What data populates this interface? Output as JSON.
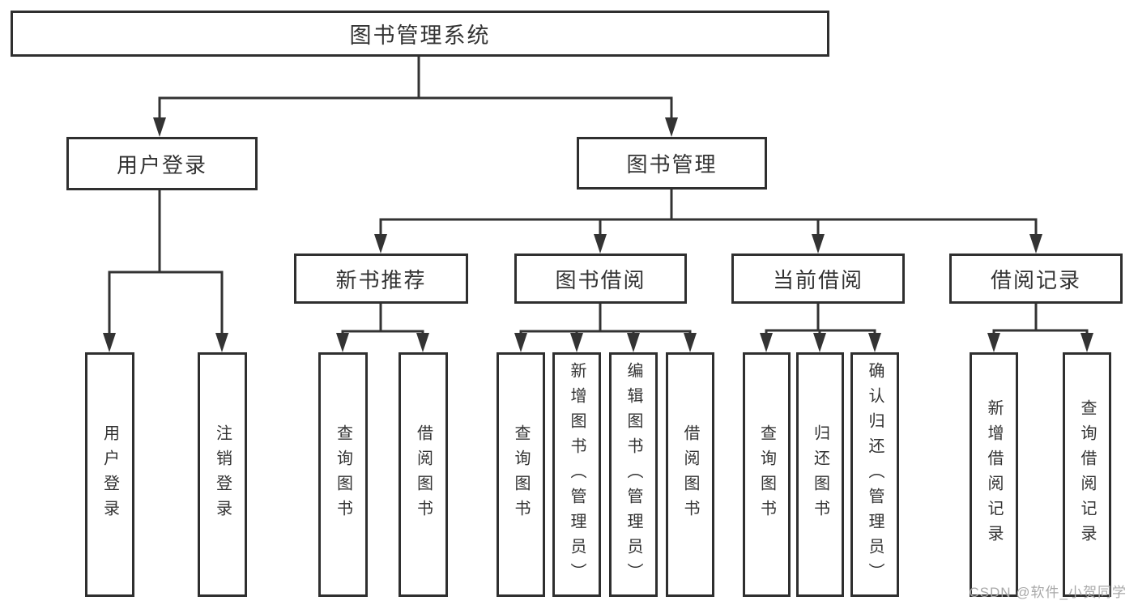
{
  "watermark": "CSDN @软件_小贺同学",
  "diagram": {
    "root": {
      "label": "图书管理系统"
    },
    "level2": {
      "user_login": {
        "label": "用户登录"
      },
      "book_management": {
        "label": "图书管理"
      }
    },
    "level3": {
      "new_book_recommend": {
        "label": "新书推荐"
      },
      "book_borrow": {
        "label": "图书借阅"
      },
      "current_borrow": {
        "label": "当前借阅"
      },
      "borrow_records": {
        "label": "借阅记录"
      }
    },
    "leaves": {
      "user_login_leaf": "用户登录",
      "logout": "注销登录",
      "nb_query_books": "查询图书",
      "nb_borrow_books": "借阅图书",
      "bb_query_books": "查询图书",
      "bb_add_books": "新增图书（管理员）",
      "bb_edit_books": "编辑图书（管理员）",
      "bb_borrow_books": "借阅图书",
      "cb_query_books": "查询图书",
      "cb_return_books": "归还图书",
      "cb_confirm_return": "确认归还（管理员）",
      "br_add_record": "新增借阅记录",
      "br_query_record": "查询借阅记录"
    }
  }
}
